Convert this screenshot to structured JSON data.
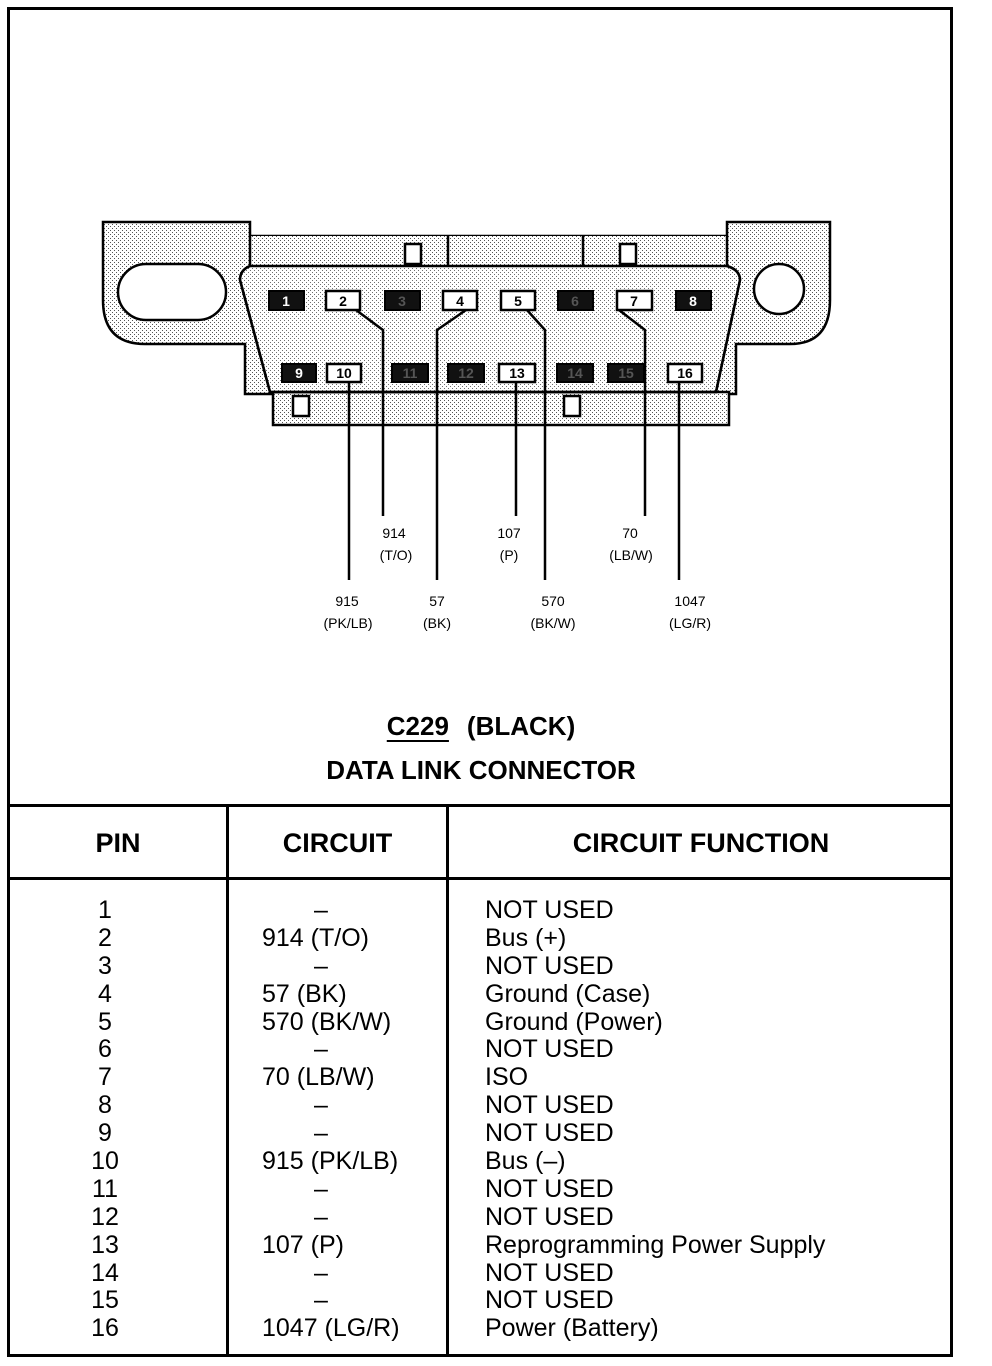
{
  "diagram": {
    "connector_id": "C229",
    "connector_color": "(BLACK)",
    "connector_name": "DATA LINK CONNECTOR",
    "pins_top": [
      "1",
      "2",
      "3",
      "4",
      "5",
      "6",
      "7",
      "8"
    ],
    "pins_bottom": [
      "9",
      "10",
      "11",
      "12",
      "13",
      "14",
      "15",
      "16"
    ],
    "wire_labels": [
      {
        "circuit": "914",
        "color": "(T/O)"
      },
      {
        "circuit": "107",
        "color": "(P)"
      },
      {
        "circuit": "70",
        "color": "(LB/W)"
      },
      {
        "circuit": "915",
        "color": "(PK/LB)"
      },
      {
        "circuit": "57",
        "color": "(BK)"
      },
      {
        "circuit": "570",
        "color": "(BK/W)"
      },
      {
        "circuit": "1047",
        "color": "(LG/R)"
      }
    ]
  },
  "table": {
    "headers": {
      "pin": "PIN",
      "circuit": "CIRCUIT",
      "function": "CIRCUIT FUNCTION"
    },
    "rows": [
      {
        "pin": "1",
        "circuit": "–",
        "function": "NOT USED"
      },
      {
        "pin": "2",
        "circuit": "914 (T/O)",
        "function": "Bus (+)"
      },
      {
        "pin": "3",
        "circuit": "–",
        "function": "NOT USED"
      },
      {
        "pin": "4",
        "circuit": "57 (BK)",
        "function": "Ground (Case)"
      },
      {
        "pin": "5",
        "circuit": "570 (BK/W)",
        "function": "Ground (Power)"
      },
      {
        "pin": "6",
        "circuit": "–",
        "function": "NOT USED"
      },
      {
        "pin": "7",
        "circuit": "70 (LB/W)",
        "function": "ISO"
      },
      {
        "pin": "8",
        "circuit": "–",
        "function": "NOT USED"
      },
      {
        "pin": "9",
        "circuit": "–",
        "function": "NOT USED"
      },
      {
        "pin": "10",
        "circuit": "915 (PK/LB)",
        "function": "Bus (–)"
      },
      {
        "pin": "11",
        "circuit": "–",
        "function": "NOT USED"
      },
      {
        "pin": "12",
        "circuit": "–",
        "function": "NOT USED"
      },
      {
        "pin": "13",
        "circuit": "107 (P)",
        "function": "Reprogramming Power Supply"
      },
      {
        "pin": "14",
        "circuit": "–",
        "function": "NOT USED"
      },
      {
        "pin": "15",
        "circuit": "–",
        "function": "NOT USED"
      },
      {
        "pin": "16",
        "circuit": "1047 (LG/R)",
        "function": "Power (Battery)"
      }
    ]
  }
}
